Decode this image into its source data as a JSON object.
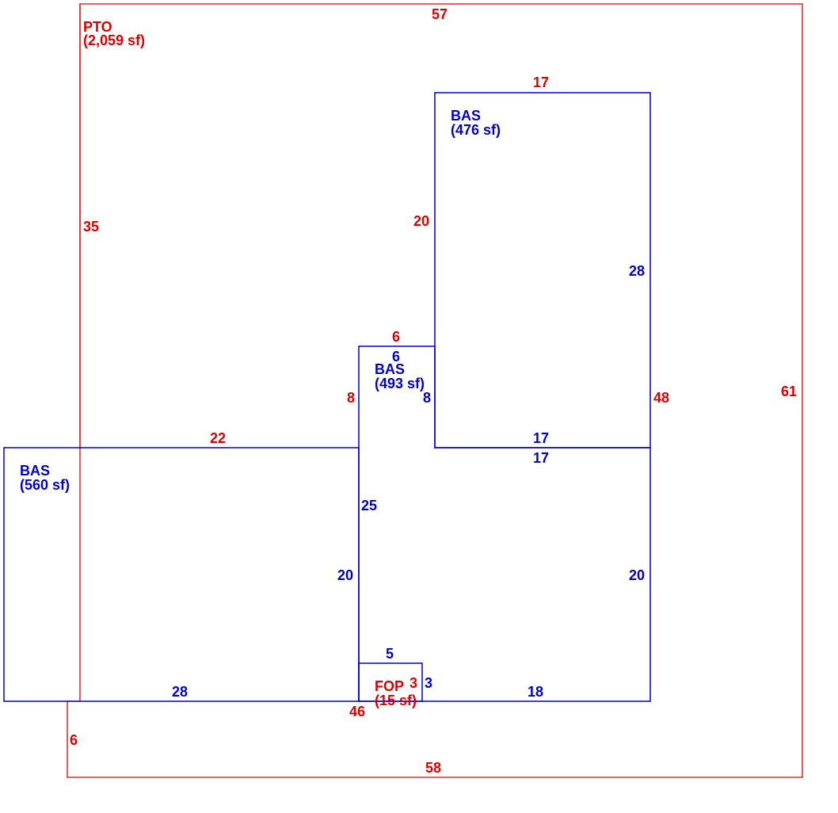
{
  "colors": {
    "pto": "#dd0000",
    "bas": "#0000cc"
  },
  "areas": {
    "pto": {
      "code": "PTO",
      "area": "(2,059 sf)"
    },
    "bas_upper": {
      "code": "BAS",
      "area": "(476 sf)"
    },
    "bas_middle": {
      "code": "BAS",
      "area": "(493 sf)"
    },
    "bas_left": {
      "code": "BAS",
      "area": "(560 sf)"
    },
    "fop": {
      "code": "FOP",
      "area": "(15 sf)"
    }
  },
  "dimensions": {
    "pto_top": "57",
    "pto_left": "35",
    "pto_right": "61",
    "pto_bottom": "58",
    "pto_lower_left": "6",
    "pto_step_bottom": "46",
    "red_upper_top": "17",
    "red_upper_left": "20",
    "red_mid_top": "6",
    "red_mid_left": "8",
    "red_left_top": "22",
    "red_right": "48",
    "bas_upper_right": "28",
    "bas_upper_bottom": "17",
    "bas_mid_top": "6",
    "bas_mid_right": "8",
    "bas_mid_lower_top": "17",
    "bas_mid_left": "25",
    "bas_mid_right_lower": "20",
    "bas_left_right": "20",
    "bas_left_bottom": "28",
    "bas_bottom_right": "18",
    "fop_top": "5",
    "fop_right": "3",
    "fop_left": "3"
  }
}
